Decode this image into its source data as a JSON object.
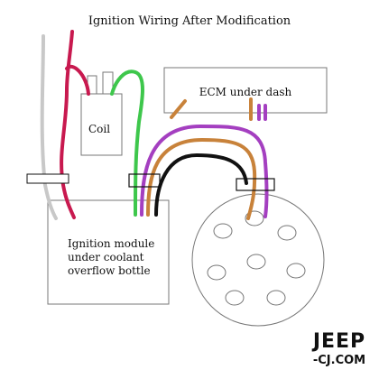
{
  "title": "Ignition Wiring After Modification",
  "labels": {
    "coil": "Coil",
    "ecm": "ECM under dash",
    "module_line1": "Ignition module",
    "module_line2": "under coolant",
    "module_line3": "overflow bottle"
  },
  "logo": {
    "top": "JEEP",
    "bottom": "-CJ.COM"
  },
  "wire_colors": {
    "gray": "#c8c8c8",
    "crimson": "#c8194f",
    "green": "#3ec74c",
    "purple": "#a43fc0",
    "orange": "#c8823a",
    "black": "#111111"
  }
}
